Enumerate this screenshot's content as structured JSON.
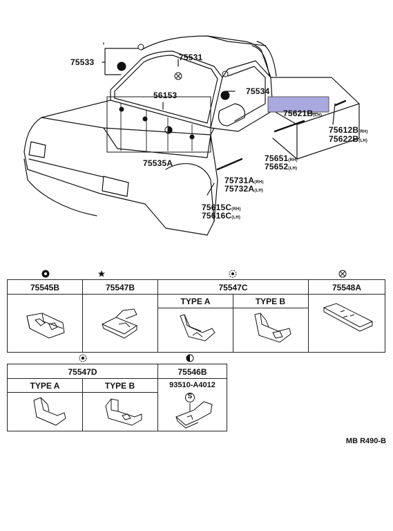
{
  "callouts": {
    "c75533": "75533",
    "c75531": "75531",
    "c56153": "56153",
    "c75534": "75534",
    "c75621b": "75621B",
    "c75621b_sfx": "(LH)",
    "c75612b": "75612B",
    "c75612b_sfx": "(RH)",
    "c75622b": "75622B",
    "c75622b_sfx": "(LH)",
    "c75535a": "75535A",
    "c75651": "75651",
    "c75651_sfx": "(RH)",
    "c75652": "75652",
    "c75652_sfx": "(LH)",
    "c75731a": "75731A",
    "c75731a_sfx": "(RH)",
    "c75732a": "75732A",
    "c75732a_sfx": "(LH)",
    "c75615c": "75615C",
    "c75615c_sfx": "(RH)",
    "c75616c": "75616C",
    "c75616c_sfx": "(LH)"
  },
  "table1": {
    "col1": "75545B",
    "col2": "75547B",
    "col3": "75547C",
    "col3_type_a": "TYPE A",
    "col3_type_b": "TYPE B",
    "col4": "75548A"
  },
  "table2": {
    "col1": "75547D",
    "col1_type_a": "TYPE A",
    "col1_type_b": "TYPE B",
    "col2": "75546B",
    "col2_sub": "93510-A4012",
    "col2_s": "S"
  },
  "diagram_code": "MB R490-B"
}
